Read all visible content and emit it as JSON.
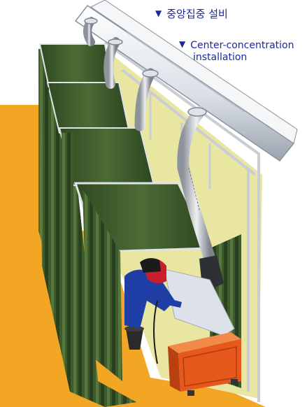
{
  "labels": {
    "korean": "중앙집중 설비",
    "english_line1": "Center-concentration",
    "english_line2": "installation",
    "marker": "▼"
  },
  "colors": {
    "label_text": "#1a2a9c",
    "floor": "#f2a623",
    "booth_curtain": "#3b5a2c",
    "booth_wall": "#e9e6a2",
    "duct": "#e7ebf0",
    "collector_unit": "#e6581c",
    "welder_clothes": "#1f3fa6",
    "welder_helmet": "#c91e2b"
  }
}
